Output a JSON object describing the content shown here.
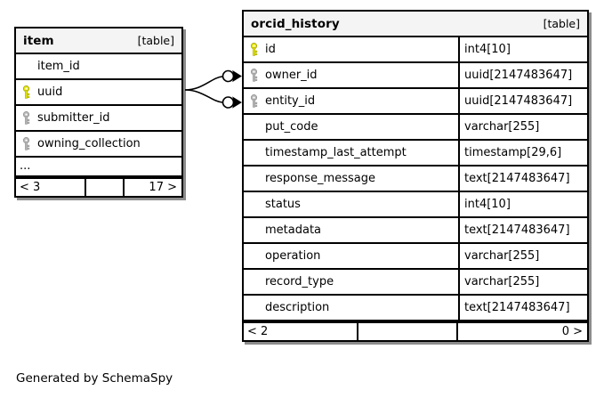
{
  "diagram": {
    "type": "entity-relationship",
    "generator_credit": "Generated by SchemaSpy",
    "key_colors": {
      "primary_key": "#e8e80c",
      "foreign_key": "#b3b3b3",
      "border": "#000000",
      "header_background": "#f4f4f4",
      "page_background": "#ffffff"
    }
  },
  "tables": [
    {
      "id": "item",
      "name": "item",
      "tag": "[table]",
      "columns": [
        {
          "name": "item_id",
          "type": "",
          "key": "none"
        },
        {
          "name": "uuid",
          "type": "",
          "key": "primary"
        },
        {
          "name": "submitter_id",
          "type": "",
          "key": "foreign"
        },
        {
          "name": "owning_collection",
          "type": "",
          "key": "foreign"
        }
      ],
      "truncation_indicator": "...",
      "footer": {
        "left": "< 3",
        "middle": "",
        "right": "17 >"
      }
    },
    {
      "id": "orcid_history",
      "name": "orcid_history",
      "tag": "[table]",
      "columns": [
        {
          "name": "id",
          "type": "int4[10]",
          "key": "primary"
        },
        {
          "name": "owner_id",
          "type": "uuid[2147483647]",
          "key": "foreign"
        },
        {
          "name": "entity_id",
          "type": "uuid[2147483647]",
          "key": "foreign"
        },
        {
          "name": "put_code",
          "type": "varchar[255]",
          "key": "none"
        },
        {
          "name": "timestamp_last_attempt",
          "type": "timestamp[29,6]",
          "key": "none"
        },
        {
          "name": "response_message",
          "type": "text[2147483647]",
          "key": "none"
        },
        {
          "name": "status",
          "type": "int4[10]",
          "key": "none"
        },
        {
          "name": "metadata",
          "type": "text[2147483647]",
          "key": "none"
        },
        {
          "name": "operation",
          "type": "varchar[255]",
          "key": "none"
        },
        {
          "name": "record_type",
          "type": "varchar[255]",
          "key": "none"
        },
        {
          "name": "description",
          "type": "text[2147483647]",
          "key": "none"
        }
      ],
      "truncation_indicator": "",
      "footer": {
        "left": "< 2",
        "middle": "",
        "right": "0 >"
      }
    }
  ],
  "relationships": [
    {
      "from_table": "item",
      "from_column": "uuid",
      "to_table": "orcid_history",
      "to_column": "owner_id",
      "from_cardinality": "zero-or-one",
      "to_cardinality": "many"
    },
    {
      "from_table": "item",
      "from_column": "uuid",
      "to_table": "orcid_history",
      "to_column": "entity_id",
      "from_cardinality": "zero-or-one",
      "to_cardinality": "many"
    }
  ]
}
